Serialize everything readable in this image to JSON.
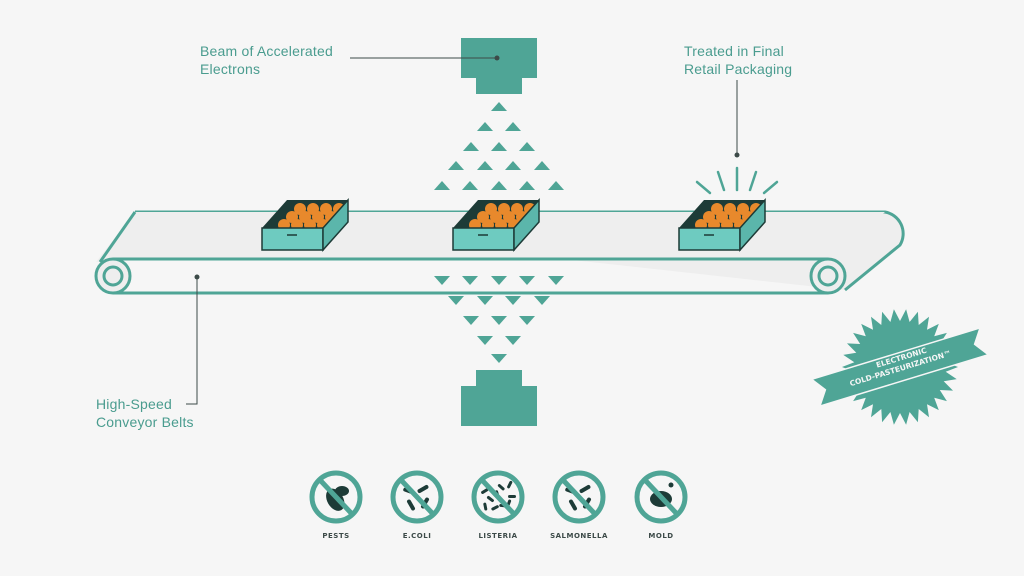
{
  "colors": {
    "teal": "#4fa596",
    "box_face": "#6ecbc0",
    "orange": "#e8892c",
    "dark": "#1d3b37",
    "belt": "#eeeeee",
    "background": "#f6f6f6"
  },
  "labels": {
    "beam": [
      "Beam of Accelerated",
      "Electrons"
    ],
    "packaging": [
      "Treated in Final",
      "Retail Packaging"
    ],
    "conveyor": [
      "High-Speed",
      "Conveyor Belts"
    ]
  },
  "badge": {
    "line1": "ELECTRONIC",
    "line2": "COLD-PASTEURIZATION™"
  },
  "pathogens": [
    {
      "label": "PESTS",
      "icon": "fly-icon"
    },
    {
      "label": "E.COLI",
      "icon": "ecoli-bacteria-icon"
    },
    {
      "label": "LISTERIA",
      "icon": "listeria-bacteria-icon"
    },
    {
      "label": "SALMONELLA",
      "icon": "salmonella-bacteria-icon"
    },
    {
      "label": "MOLD",
      "icon": "mold-icon"
    }
  ]
}
